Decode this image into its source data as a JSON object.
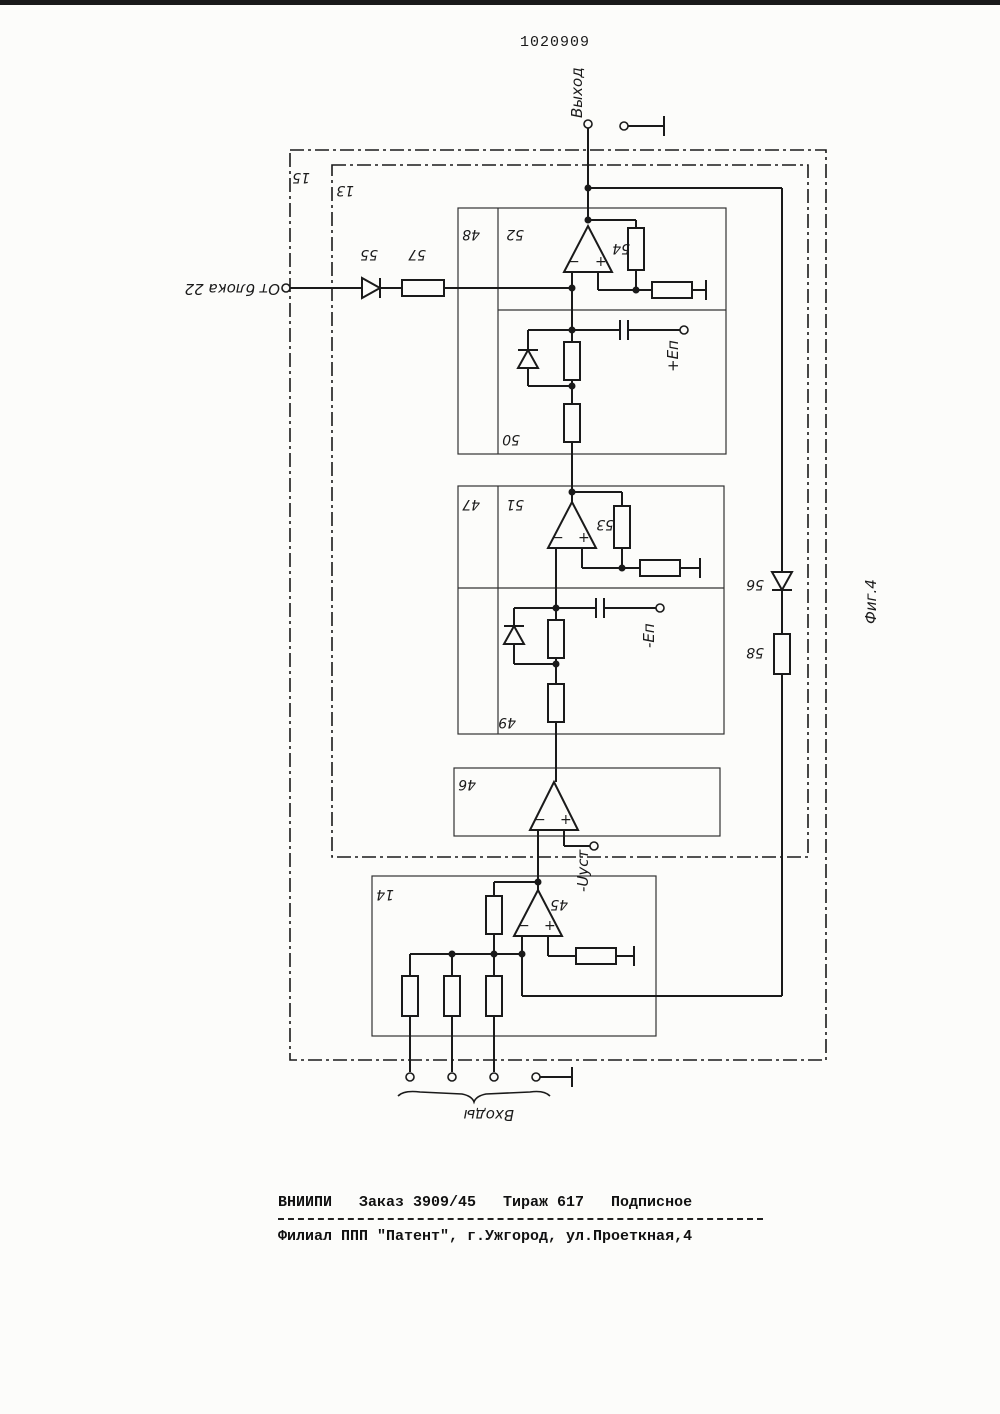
{
  "header": {
    "patent_number": "1020909"
  },
  "diagram": {
    "figure_label": "Фиг.4",
    "output_label": "Выход",
    "inputs_label": "Входы",
    "external_input_label": "От блока 22",
    "supply_positive": "+Eп",
    "supply_negative": "-Eп",
    "setpoint_voltage": "-Uуст",
    "block_labels": {
      "b15": "15",
      "b13": "13",
      "b14": "14",
      "b46": "46",
      "b47": "47",
      "b48": "48",
      "b49": "49",
      "b50": "50",
      "b51": "51",
      "b52": "52"
    },
    "component_labels": {
      "c45": "45",
      "c53": "53",
      "c54": "54",
      "c55": "55",
      "c56": "56",
      "c57": "57",
      "c58": "58"
    }
  },
  "footer": {
    "line1": "ВНИИПИ   Заказ 3909/45   Тираж 617   Подписное",
    "line2": "Филиал ППП \"Патент\", г.Ужгород, ул.Проеткная,4"
  }
}
